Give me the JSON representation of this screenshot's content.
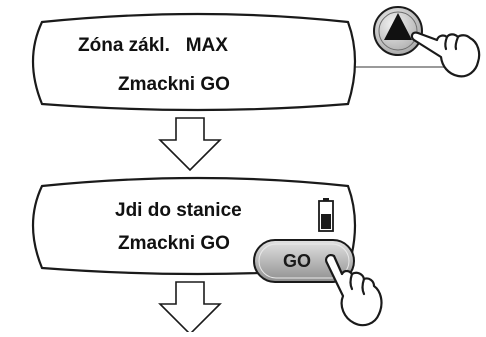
{
  "screen_1": {
    "line_1": "Zóna zákl.   MAX",
    "line_2": "Zmackni GO"
  },
  "screen_2": {
    "line_1": "Jdi do stanice",
    "line_2": "Zmackni GO"
  },
  "go_button": {
    "label": "GO"
  },
  "icons": {
    "up_button": "triangle-up-icon",
    "pointer_hand": "pointing-hand-icon",
    "down_arrow": "arrow-down-icon",
    "battery": "battery-icon"
  },
  "colors": {
    "outline": "#1a1a1a",
    "button_fill": "#b9b9b9",
    "arrow_fill": "#ffffff",
    "connector": "#9a9a9a"
  }
}
